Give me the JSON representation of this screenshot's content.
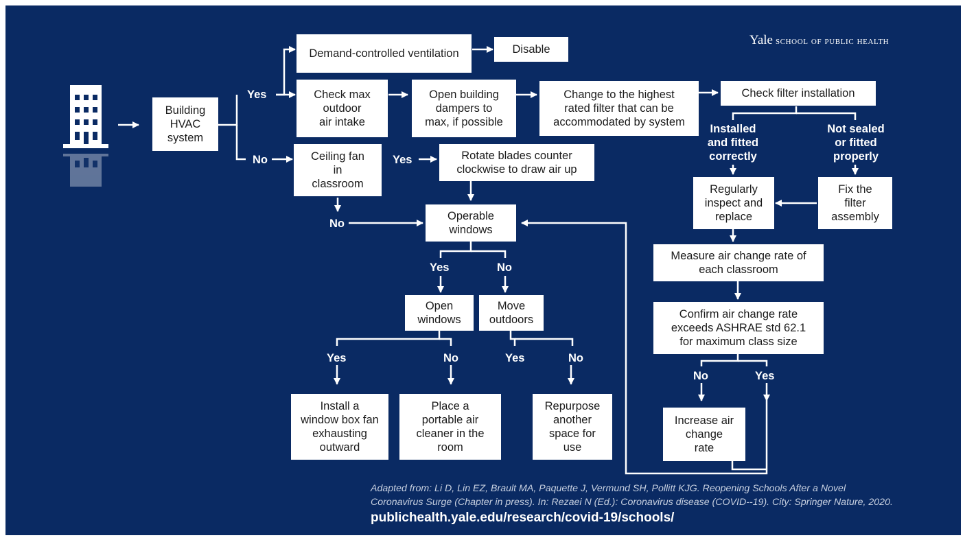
{
  "logo": {
    "yale": "Yale",
    "school": "school of public health"
  },
  "boxes": {
    "hvac": "Building\nHVAC\nsystem",
    "dcv": "Demand-controlled ventilation",
    "disable": "Disable",
    "check_max": "Check max\noutdoor\nair intake",
    "open_dampers": "Open building\ndampers to\nmax, if possible",
    "change_filter": "Change to the highest\nrated filter that can be\naccommodated by system",
    "check_filter": "Check filter installation",
    "ceiling_fan": "Ceiling fan\nin\nclassroom",
    "rotate_blades": "Rotate blades counter\nclockwise to draw air up",
    "operable_windows": "Operable\nwindows",
    "open_windows": "Open\nwindows",
    "move_outdoors": "Move\noutdoors",
    "window_fan": "Install a\nwindow box fan\nexhausting\noutward",
    "air_cleaner": "Place a\nportable air\ncleaner in the\nroom",
    "repurpose": "Repurpose\nanother\nspace for\nuse",
    "inspect": "Regularly\ninspect and\nreplace",
    "fix_filter": "Fix the\nfilter\nassembly",
    "measure": "Measure air change rate of\neach classroom",
    "confirm": "Confirm air change rate\nexceeds ASHRAE std 62.1\nfor maximum class size",
    "increase": "Increase air\nchange\nrate"
  },
  "labels": {
    "hvac_yes": "Yes",
    "hvac_no": "No",
    "fan_yes": "Yes",
    "fan_no": "No",
    "windows_yes": "Yes",
    "windows_no": "No",
    "open_yes": "Yes",
    "open_no": "No",
    "outdoors_yes": "Yes",
    "outdoors_no": "No",
    "installed": "Installed\nand fitted\ncorrectly",
    "not_sealed": "Not sealed\nor fitted\nproperly",
    "confirm_no": "No",
    "confirm_yes": "Yes"
  },
  "citation": "Adapted from: Li D, Lin EZ, Brault MA, Paquette J, Vermund SH, Pollitt KJG. Reopening Schools After a Novel\nCoronavirus Surge (Chapter in press). In: Rezaei N (Ed.): Coronavirus disease (COVID--19). City: Springer Nature, 2020.",
  "url": "publichealth.yale.edu/research/covid-19/schools/",
  "icons": {
    "building": "building-icon"
  },
  "colors": {
    "background": "#0a2a63",
    "box": "#ffffff",
    "text": "#1b1b1b",
    "line": "#ffffff"
  }
}
